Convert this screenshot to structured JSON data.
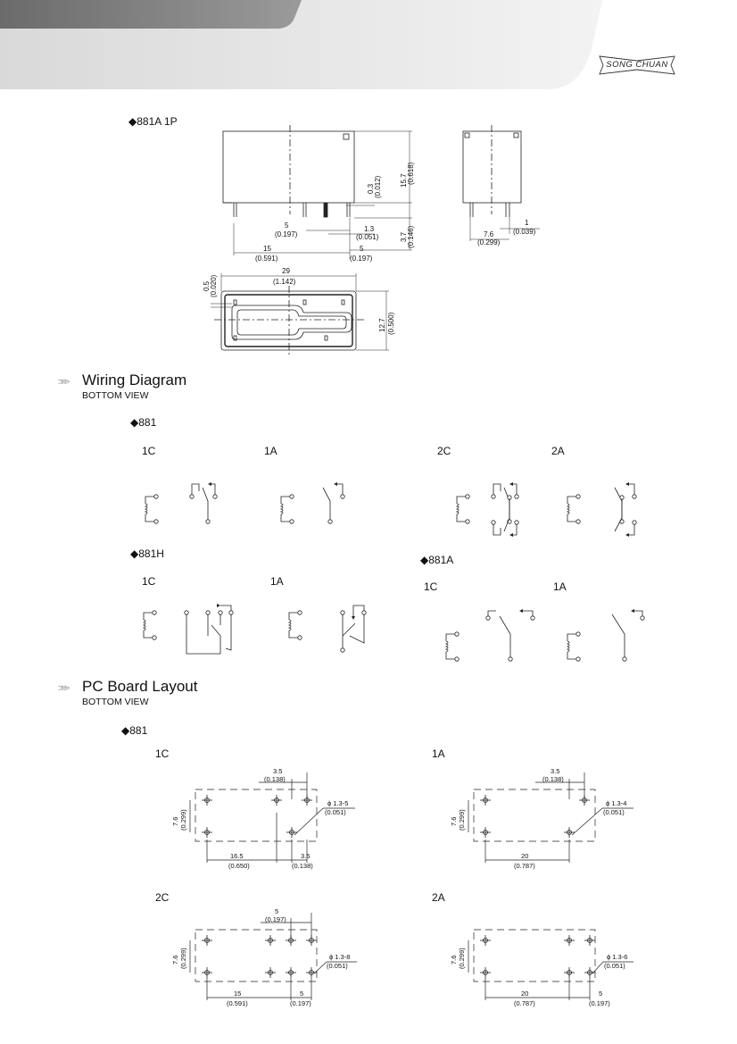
{
  "header": {
    "brand": "SONG CHUAN"
  },
  "dims_section": {
    "label": "◆881A 1P",
    "dims": {
      "d1": "15.7",
      "d1i": "(0.618)",
      "d2": "0.3",
      "d2i": "(0.012)",
      "d3": "3.7",
      "d3i": "(0.146)",
      "d4": "5",
      "d4i": "(0.197)",
      "d5": "1.3",
      "d5i": "(0.051)",
      "d6": "15",
      "d6i": "(0.591)",
      "d7": "5",
      "d7i": "(0.197)",
      "d8": "7.6",
      "d8i": "(0.299)",
      "d9": "1",
      "d9i": "(0.039)",
      "d10": "29",
      "d10i": "(1.142)",
      "d11": "0.5",
      "d11i": "(0.020)",
      "d12": "12.7",
      "d12i": "(0.500)"
    }
  },
  "wiring": {
    "title": "Wiring Diagram",
    "subtitle": "BOTTOM VIEW",
    "g881": "◆881",
    "g881h": "◆881H",
    "g881a": "◆881A",
    "l1c": "1C",
    "l1a": "1A",
    "l2c": "2C",
    "l2a": "2A"
  },
  "pcb": {
    "title": "PC Board Layout",
    "subtitle": "BOTTOM VIEW",
    "group": "◆881",
    "p1c": {
      "label": "1C",
      "top": "3.5",
      "topi": "(0.138)",
      "phi": "ϕ 1.3-5",
      "phii": "(0.051)",
      "side": "7.6",
      "sidei": "(0.299)",
      "b1": "16.5",
      "b1i": "(0.650)",
      "b2": "3.5",
      "b2i": "(0.138)"
    },
    "p1a": {
      "label": "1A",
      "top": "3.5",
      "topi": "(0.138)",
      "phi": "ϕ 1.3-4",
      "phii": "(0.051)",
      "side": "7.6",
      "sidei": "(0.299)",
      "b1": "20",
      "b1i": "(0.787)"
    },
    "p2c": {
      "label": "2C",
      "top": "5",
      "topi": "(0.197)",
      "phi": "ϕ 1.3-8",
      "phii": "(0.051)",
      "side": "7.6",
      "sidei": "(0.299)",
      "b1": "15",
      "b1i": "(0.591)",
      "b2": "5",
      "b2i": "(0.197)"
    },
    "p2a": {
      "label": "2A",
      "phi": "ϕ 1.3-6",
      "phii": "(0.051)",
      "side": "7.6",
      "sidei": "(0.299)",
      "b1": "20",
      "b1i": "(0.787)",
      "b2": "5",
      "b2i": "(0.197)"
    }
  }
}
